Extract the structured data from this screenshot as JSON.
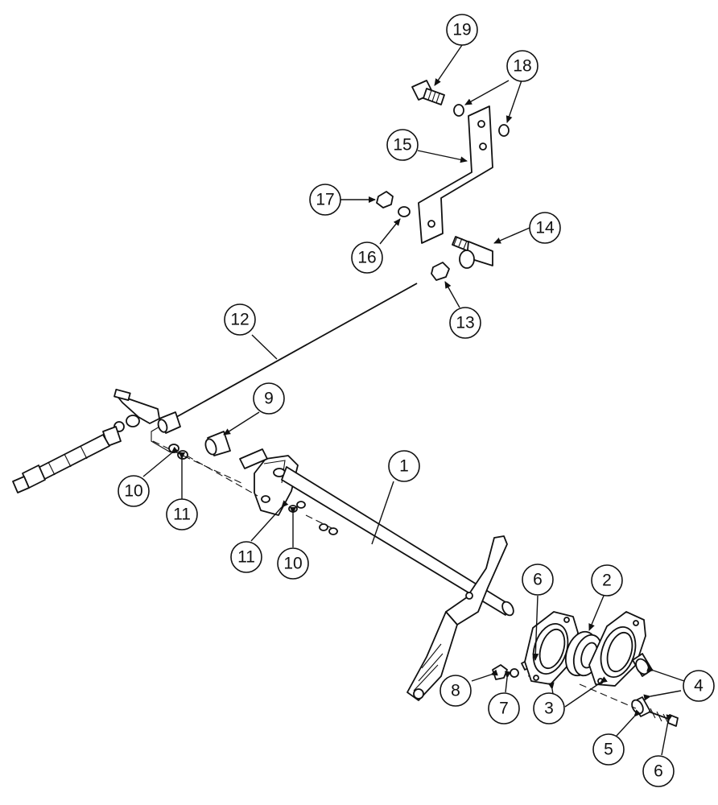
{
  "callouts": {
    "c1": "1",
    "c2": "2",
    "c3": "3",
    "c4": "4",
    "c5": "5",
    "c6a": "6",
    "c6b": "6",
    "c7": "7",
    "c8": "8",
    "c9": "9",
    "c10a": "10",
    "c10b": "10",
    "c11a": "11",
    "c11b": "11",
    "c12": "12",
    "c13": "13",
    "c14": "14",
    "c15": "15",
    "c16": "16",
    "c17": "17",
    "c18": "18",
    "c19": "19"
  }
}
